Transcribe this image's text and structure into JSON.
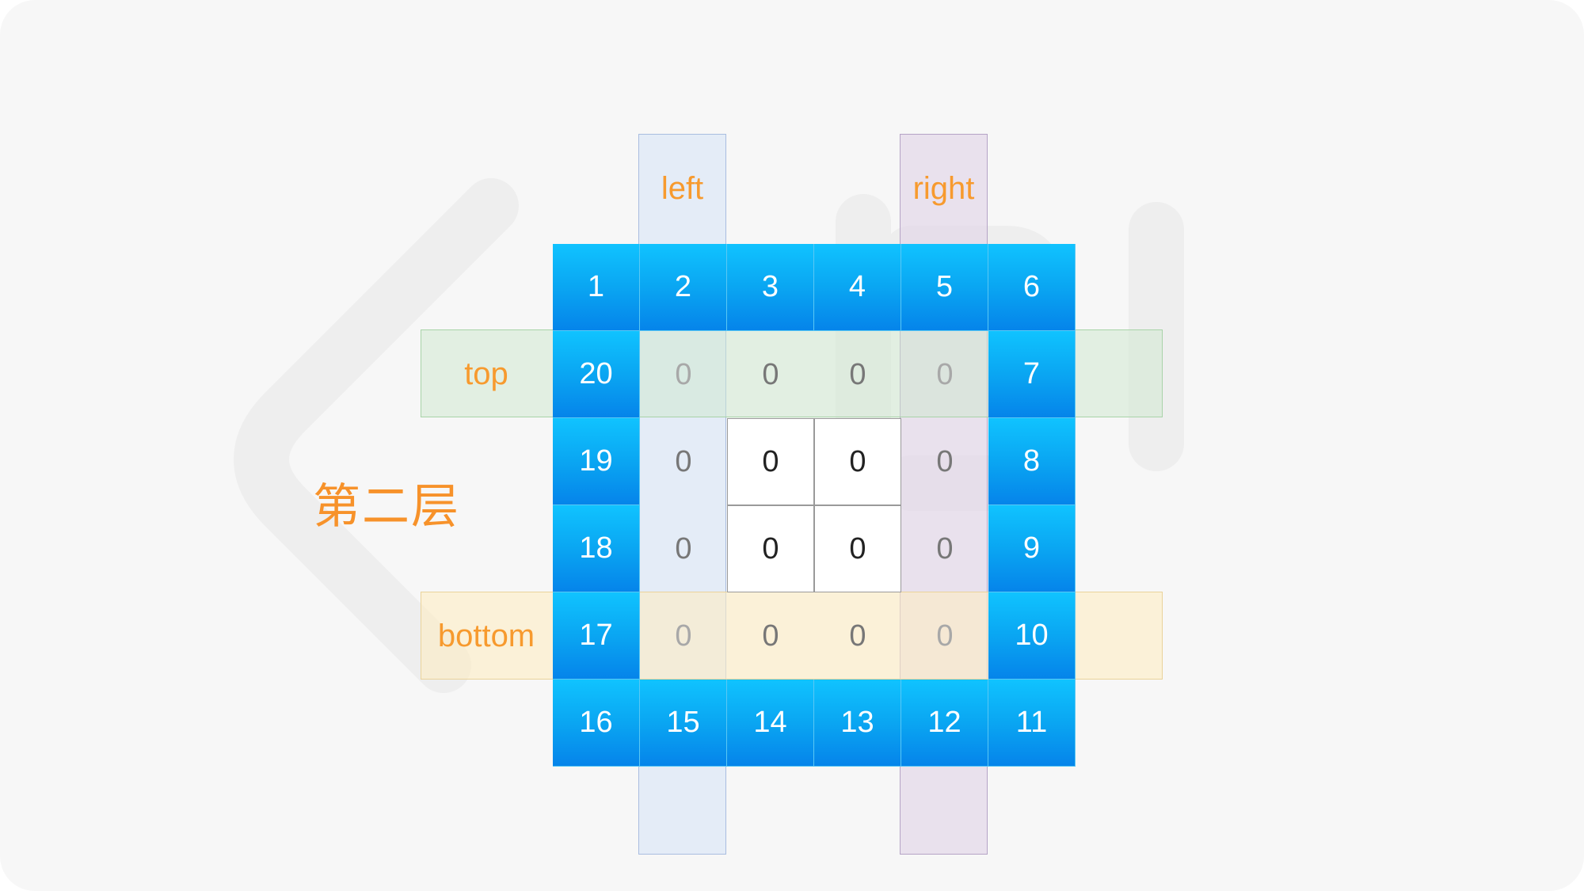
{
  "layer_title": "第二层",
  "labels": {
    "left": "left",
    "right": "right",
    "top": "top",
    "bottom": "bottom"
  },
  "matrix": [
    [
      "1",
      "2",
      "3",
      "4",
      "5",
      "6"
    ],
    [
      "20",
      "0",
      "0",
      "0",
      "0",
      "7"
    ],
    [
      "19",
      "0",
      "0",
      "0",
      "0",
      "8"
    ],
    [
      "18",
      "0",
      "0",
      "0",
      "0",
      "9"
    ],
    [
      "17",
      "0",
      "0",
      "0",
      "0",
      "10"
    ],
    [
      "16",
      "15",
      "14",
      "13",
      "12",
      "11"
    ]
  ],
  "colors": {
    "cell_blue": "#0aa6f2",
    "label_orange": "#f79a2e",
    "left_band": "#d7e4f7",
    "right_band": "#e2d6e8",
    "top_band": "#cee8ce",
    "bottom_band": "#fdecc3"
  }
}
